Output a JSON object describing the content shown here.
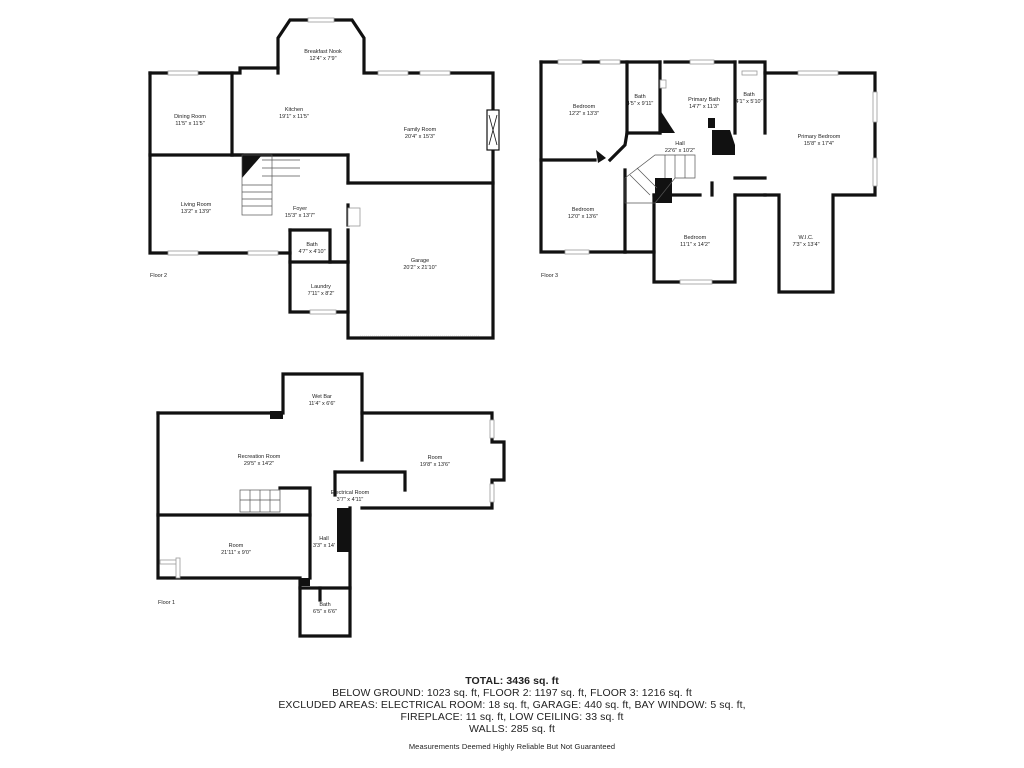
{
  "floors": [
    {
      "label": "Floor 2",
      "rooms": [
        {
          "name": "Breakfast Nook",
          "dims": "12'4\" x 7'9\""
        },
        {
          "name": "Dining Room",
          "dims": "11'5\" x 11'5\""
        },
        {
          "name": "Kitchen",
          "dims": "19'1\" x 11'5\""
        },
        {
          "name": "Family Room",
          "dims": "20'4\" x 15'3\""
        },
        {
          "name": "Living Room",
          "dims": "13'2\" x 13'9\""
        },
        {
          "name": "Foyer",
          "dims": "15'3\" x 13'7\""
        },
        {
          "name": "Bath",
          "dims": "4'7\" x 4'10\""
        },
        {
          "name": "Laundry",
          "dims": "7'11\" x 8'2\""
        },
        {
          "name": "Garage",
          "dims": "20'2\" x 21'10\""
        }
      ]
    },
    {
      "label": "Floor 3",
      "rooms": [
        {
          "name": "Bedroom",
          "dims": "12'2\" x 13'3\""
        },
        {
          "name": "Bath",
          "dims": "4'5\" x 9'11\""
        },
        {
          "name": "Primary Bath",
          "dims": "14'7\" x 11'3\""
        },
        {
          "name": "Bath",
          "dims": "4'1\" x 5'10\""
        },
        {
          "name": "Primary Bedroom",
          "dims": "15'8\" x 17'4\""
        },
        {
          "name": "Hall",
          "dims": "22'6\" x 10'2\""
        },
        {
          "name": "Bedroom",
          "dims": "12'0\" x 13'6\""
        },
        {
          "name": "Bedroom",
          "dims": "11'1\" x 14'2\""
        },
        {
          "name": "W.I.C.",
          "dims": "7'3\" x 13'4\""
        }
      ]
    },
    {
      "label": "Floor 1",
      "rooms": [
        {
          "name": "Wet Bar",
          "dims": "11'4\" x 6'6\""
        },
        {
          "name": "Recreation Room",
          "dims": "29'5\" x 14'2\""
        },
        {
          "name": "Room",
          "dims": "19'8\" x 13'6\""
        },
        {
          "name": "Electrical Room",
          "dims": "3'7\" x 4'11\""
        },
        {
          "name": "Room",
          "dims": "21'11\" x 9'0\""
        },
        {
          "name": "Hall",
          "dims": "3'3\" x 14'"
        },
        {
          "name": "Bath",
          "dims": "6'5\" x 6'6\""
        }
      ]
    }
  ],
  "summary": {
    "total": "TOTAL: 3436 sq. ft",
    "line1": "BELOW GROUND: 1023 sq. ft, FLOOR 2: 1197 sq. ft, FLOOR 3: 1216 sq. ft",
    "line2": "EXCLUDED AREAS: ELECTRICAL ROOM: 18 sq. ft, GARAGE: 440 sq. ft, BAY WINDOW: 5 sq. ft,",
    "line3": "FIREPLACE: 11 sq. ft, LOW CEILING: 33 sq. ft",
    "line4": "WALLS: 285 sq. ft",
    "disclaimer": "Measurements Deemed Highly Reliable But Not Guaranteed"
  }
}
